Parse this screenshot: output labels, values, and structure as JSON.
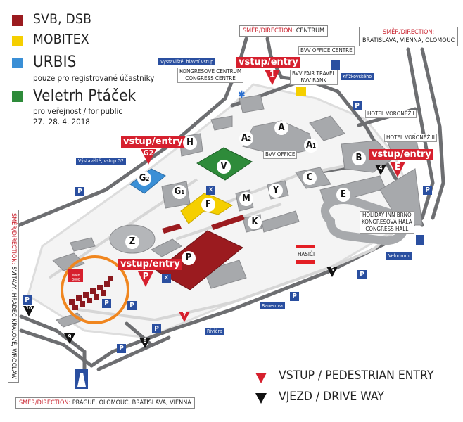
{
  "legend": [
    {
      "label": "SVB, DSB",
      "color": "#9b1b1f"
    },
    {
      "label": "MOBITEX",
      "color": "#f5cf00"
    },
    {
      "label": "URBIS",
      "color": "#3a8fd6",
      "note": "pouze pro registrované účastníky"
    },
    {
      "label": "Veletrh Ptáček",
      "color": "#2e8b3a",
      "note": "pro veřejnost / for public",
      "date": "27.–28. 4. 2018"
    }
  ],
  "directions": {
    "prefix": "SMĚR/DIRECTION:",
    "centrum": "CENTRUM",
    "east": "BRATISLAVA, VIENNA, OLOMOUC",
    "west": "SVITAVY, HRADEC KRÁLOVÉ, WROCLAW",
    "south": "PRAGUE, OLOMOUC, BRATISLAVA, VIENNA"
  },
  "entries": {
    "label": "vstup/entry",
    "e1": "1",
    "g2": "G2",
    "e": "E",
    "p": "P"
  },
  "places": {
    "kongres_1": "KONGRESOVÉ CENTRUM",
    "kongres_2": "CONGRESS CENTRE",
    "bvv_office_centre": "BVV OFFICE CENTRE",
    "bvv_fair_1": "BVV FAIR TRAVEL",
    "bvv_fair_2": "BVV BANK",
    "bvv_office": "BVV OFFICE",
    "hotel1": "HOTEL VORONĚŽ I",
    "hotel2": "HOTEL VORONĚŽ II",
    "holiday_1": "HOLIDAY INN BRNO",
    "holiday_2": "KONGRESOVÁ HALA",
    "holiday_3": "CONGRESS HALL",
    "hasici": "HASIČI",
    "eden": "eden 3000"
  },
  "stops": {
    "main": "Výstaviště, hlavní vstup",
    "g2": "Výstaviště, vstup G2",
    "krizkovskeho": "Křížkovského",
    "velodrom": "Velodrom",
    "bauerova": "Bauerova",
    "riviera": "Riviéra"
  },
  "buildings": {
    "A": "A",
    "A1": "A",
    "A2": "A",
    "B": "B",
    "C": "C",
    "E": "E",
    "F": "F",
    "G1": "G",
    "G2": "G",
    "H": "H",
    "K": "K",
    "M": "M",
    "P": "P",
    "V": "V",
    "Y": "Y",
    "Z": "Z",
    "sub1": "1",
    "sub2": "2"
  },
  "parking": "P",
  "driveways": [
    "4",
    "5",
    "7",
    "8",
    "9",
    "10"
  ],
  "map_legend": {
    "entry": "VSTUP / PEDESTRIAN ENTRY",
    "drive": "VJEZD / DRIVE WAY"
  }
}
